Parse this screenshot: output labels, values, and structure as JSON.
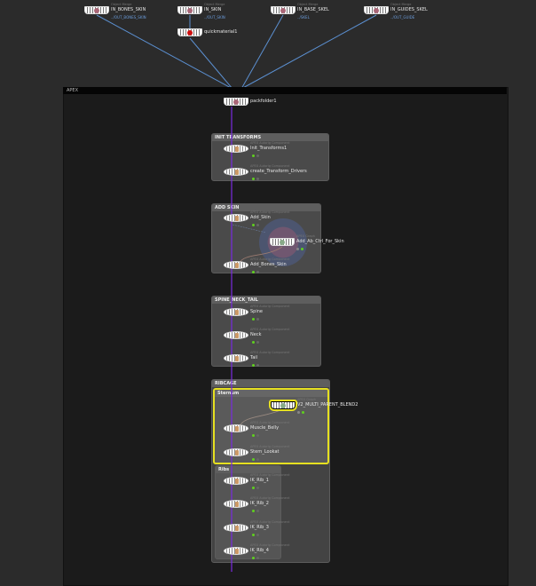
{
  "top_nodes": [
    {
      "name": "IN_BONES_SKIN",
      "type": "Object Merge",
      "path": "../OUT_BONES_SKIN"
    },
    {
      "name": "IN_SKIN",
      "type": "Object Merge",
      "path": "../OUT_SKIN"
    },
    {
      "name": "IN_BASE_SKEL",
      "type": "Object Merge",
      "path": "../SKEL"
    },
    {
      "name": "IN_GUIDES_SKEL",
      "type": "Object Merge",
      "path": "../OUT_GUIDE"
    }
  ],
  "quickmaterial": {
    "name": "quickmaterial1"
  },
  "apex": {
    "title": "APEX",
    "packfolder": "packfolder1"
  },
  "component_type": "APEX Autorig Component",
  "graph_type": "APEX Graph",
  "boxes": {
    "init": {
      "title": "INIT TRANSFORMS",
      "nodes": [
        "Init_Transforms1",
        "create_Transform_Drivers"
      ]
    },
    "addskin": {
      "title": "ADD SKIN",
      "nodes": [
        "Add_Skin",
        "Add_Ab_Ctrl_For_Skin",
        "Add_Bones_Skin"
      ]
    },
    "spine": {
      "title": "SPINE_NECK_TAIL",
      "nodes": [
        "Spine",
        "Neck",
        "Tail"
      ]
    },
    "ribcage": {
      "title": "RIBCAGE"
    },
    "sternum": {
      "title": "Sternum",
      "nodes": [
        "V2_MULTI_PARENT_BLEND2",
        "Muscle_Belly",
        "Stern_Lookat"
      ]
    },
    "ribs": {
      "title": "Ribs",
      "nodes": [
        "IK_Rib_1",
        "IK_Rib_2",
        "IK_Rib_3",
        "IK_Rib_4"
      ]
    }
  },
  "colors": {
    "wire": "#5b8fd0",
    "flow": "#7a2be0",
    "selected": "#e6e020",
    "flag_green": "#5fcf1f"
  }
}
